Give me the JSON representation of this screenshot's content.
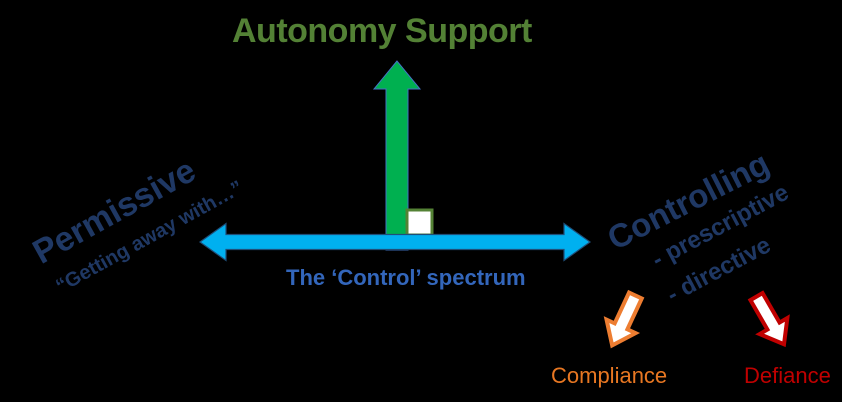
{
  "title": "Autonomy Support",
  "spectrum": {
    "label": "The ‘Control’ spectrum"
  },
  "left_end": {
    "label": "Permissive",
    "quote": "“Getting away with…”"
  },
  "right_end": {
    "label": "Controlling",
    "descriptors": [
      "- prescriptive",
      "- directive"
    ]
  },
  "outcomes": {
    "compliance": "Compliance",
    "defiance": "Defiance"
  },
  "icons": {
    "vertical_axis": "up-arrow",
    "horizontal_axis": "left-right-arrow",
    "right_angle": "right-angle-marker",
    "compliance_arrow": "down-left-block-arrow",
    "defiance_arrow": "down-right-block-arrow"
  },
  "colors": {
    "background": "#000000",
    "title_green": "#538135",
    "arrow_green": "#00B050",
    "arrow_green_outline": "#4472C4",
    "square_border_green": "#548235",
    "axis_blue": "#00B0F0",
    "axis_outline": "#1F4E79",
    "navy_text": "#1F3864",
    "spectrum_blue": "#3366BB",
    "compliance_orange": "#E87722",
    "arrow_orange": "#ED7D31",
    "defiance_red": "#C00000"
  }
}
